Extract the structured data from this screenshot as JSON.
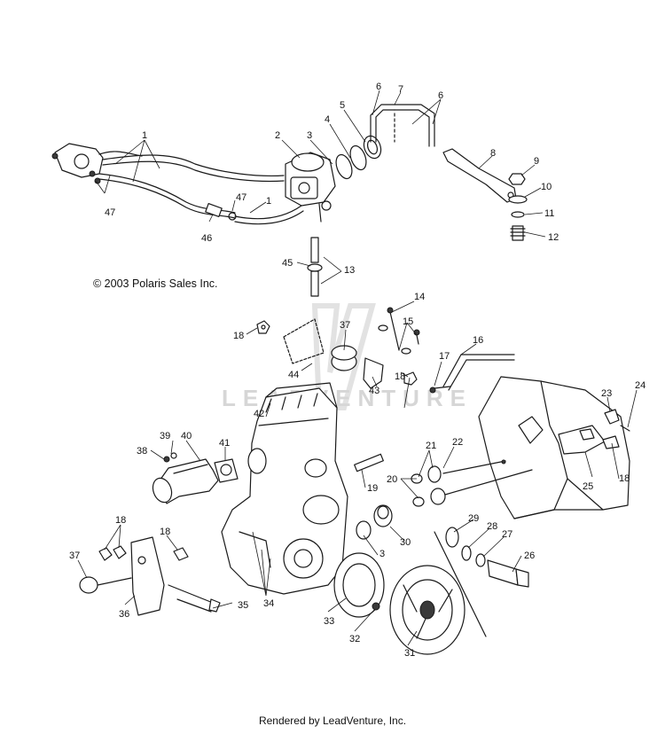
{
  "copyright": "© 2003 Polaris Sales Inc.",
  "footer": "Rendered by LeadVenture, Inc.",
  "watermark": {
    "text": "LEADVENTURE"
  },
  "callouts": [
    {
      "id": "c1a",
      "label": "1"
    },
    {
      "id": "c1b",
      "label": "1"
    },
    {
      "id": "c2",
      "label": "2"
    },
    {
      "id": "c3a",
      "label": "3"
    },
    {
      "id": "c3b",
      "label": "3"
    },
    {
      "id": "c4",
      "label": "4"
    },
    {
      "id": "c5",
      "label": "5"
    },
    {
      "id": "c6a",
      "label": "6"
    },
    {
      "id": "c6b",
      "label": "6"
    },
    {
      "id": "c7",
      "label": "7"
    },
    {
      "id": "c8",
      "label": "8"
    },
    {
      "id": "c9",
      "label": "9"
    },
    {
      "id": "c10",
      "label": "10"
    },
    {
      "id": "c11",
      "label": "11"
    },
    {
      "id": "c12",
      "label": "12"
    },
    {
      "id": "c13",
      "label": "13"
    },
    {
      "id": "c14",
      "label": "14"
    },
    {
      "id": "c15",
      "label": "15"
    },
    {
      "id": "c16",
      "label": "16"
    },
    {
      "id": "c17",
      "label": "17"
    },
    {
      "id": "c18a",
      "label": "18"
    },
    {
      "id": "c18b",
      "label": "18"
    },
    {
      "id": "c18c",
      "label": "18"
    },
    {
      "id": "c18d",
      "label": "18"
    },
    {
      "id": "c18e",
      "label": "18"
    },
    {
      "id": "c19",
      "label": "19"
    },
    {
      "id": "c20",
      "label": "20"
    },
    {
      "id": "c21",
      "label": "21"
    },
    {
      "id": "c22",
      "label": "22"
    },
    {
      "id": "c23",
      "label": "23"
    },
    {
      "id": "c24",
      "label": "24"
    },
    {
      "id": "c25",
      "label": "25"
    },
    {
      "id": "c26",
      "label": "26"
    },
    {
      "id": "c27",
      "label": "27"
    },
    {
      "id": "c28",
      "label": "28"
    },
    {
      "id": "c29",
      "label": "29"
    },
    {
      "id": "c30",
      "label": "30"
    },
    {
      "id": "c31",
      "label": "31"
    },
    {
      "id": "c32",
      "label": "32"
    },
    {
      "id": "c33",
      "label": "33"
    },
    {
      "id": "c34",
      "label": "34"
    },
    {
      "id": "c35",
      "label": "35"
    },
    {
      "id": "c36",
      "label": "36"
    },
    {
      "id": "c37a",
      "label": "37"
    },
    {
      "id": "c37b",
      "label": "37"
    },
    {
      "id": "c38",
      "label": "38"
    },
    {
      "id": "c39",
      "label": "39"
    },
    {
      "id": "c40",
      "label": "40"
    },
    {
      "id": "c41",
      "label": "41"
    },
    {
      "id": "c42",
      "label": "42"
    },
    {
      "id": "c43",
      "label": "43"
    },
    {
      "id": "c44",
      "label": "44"
    },
    {
      "id": "c45",
      "label": "45"
    },
    {
      "id": "c46",
      "label": "46"
    },
    {
      "id": "c47a",
      "label": "47"
    },
    {
      "id": "c47b",
      "label": "47"
    }
  ]
}
